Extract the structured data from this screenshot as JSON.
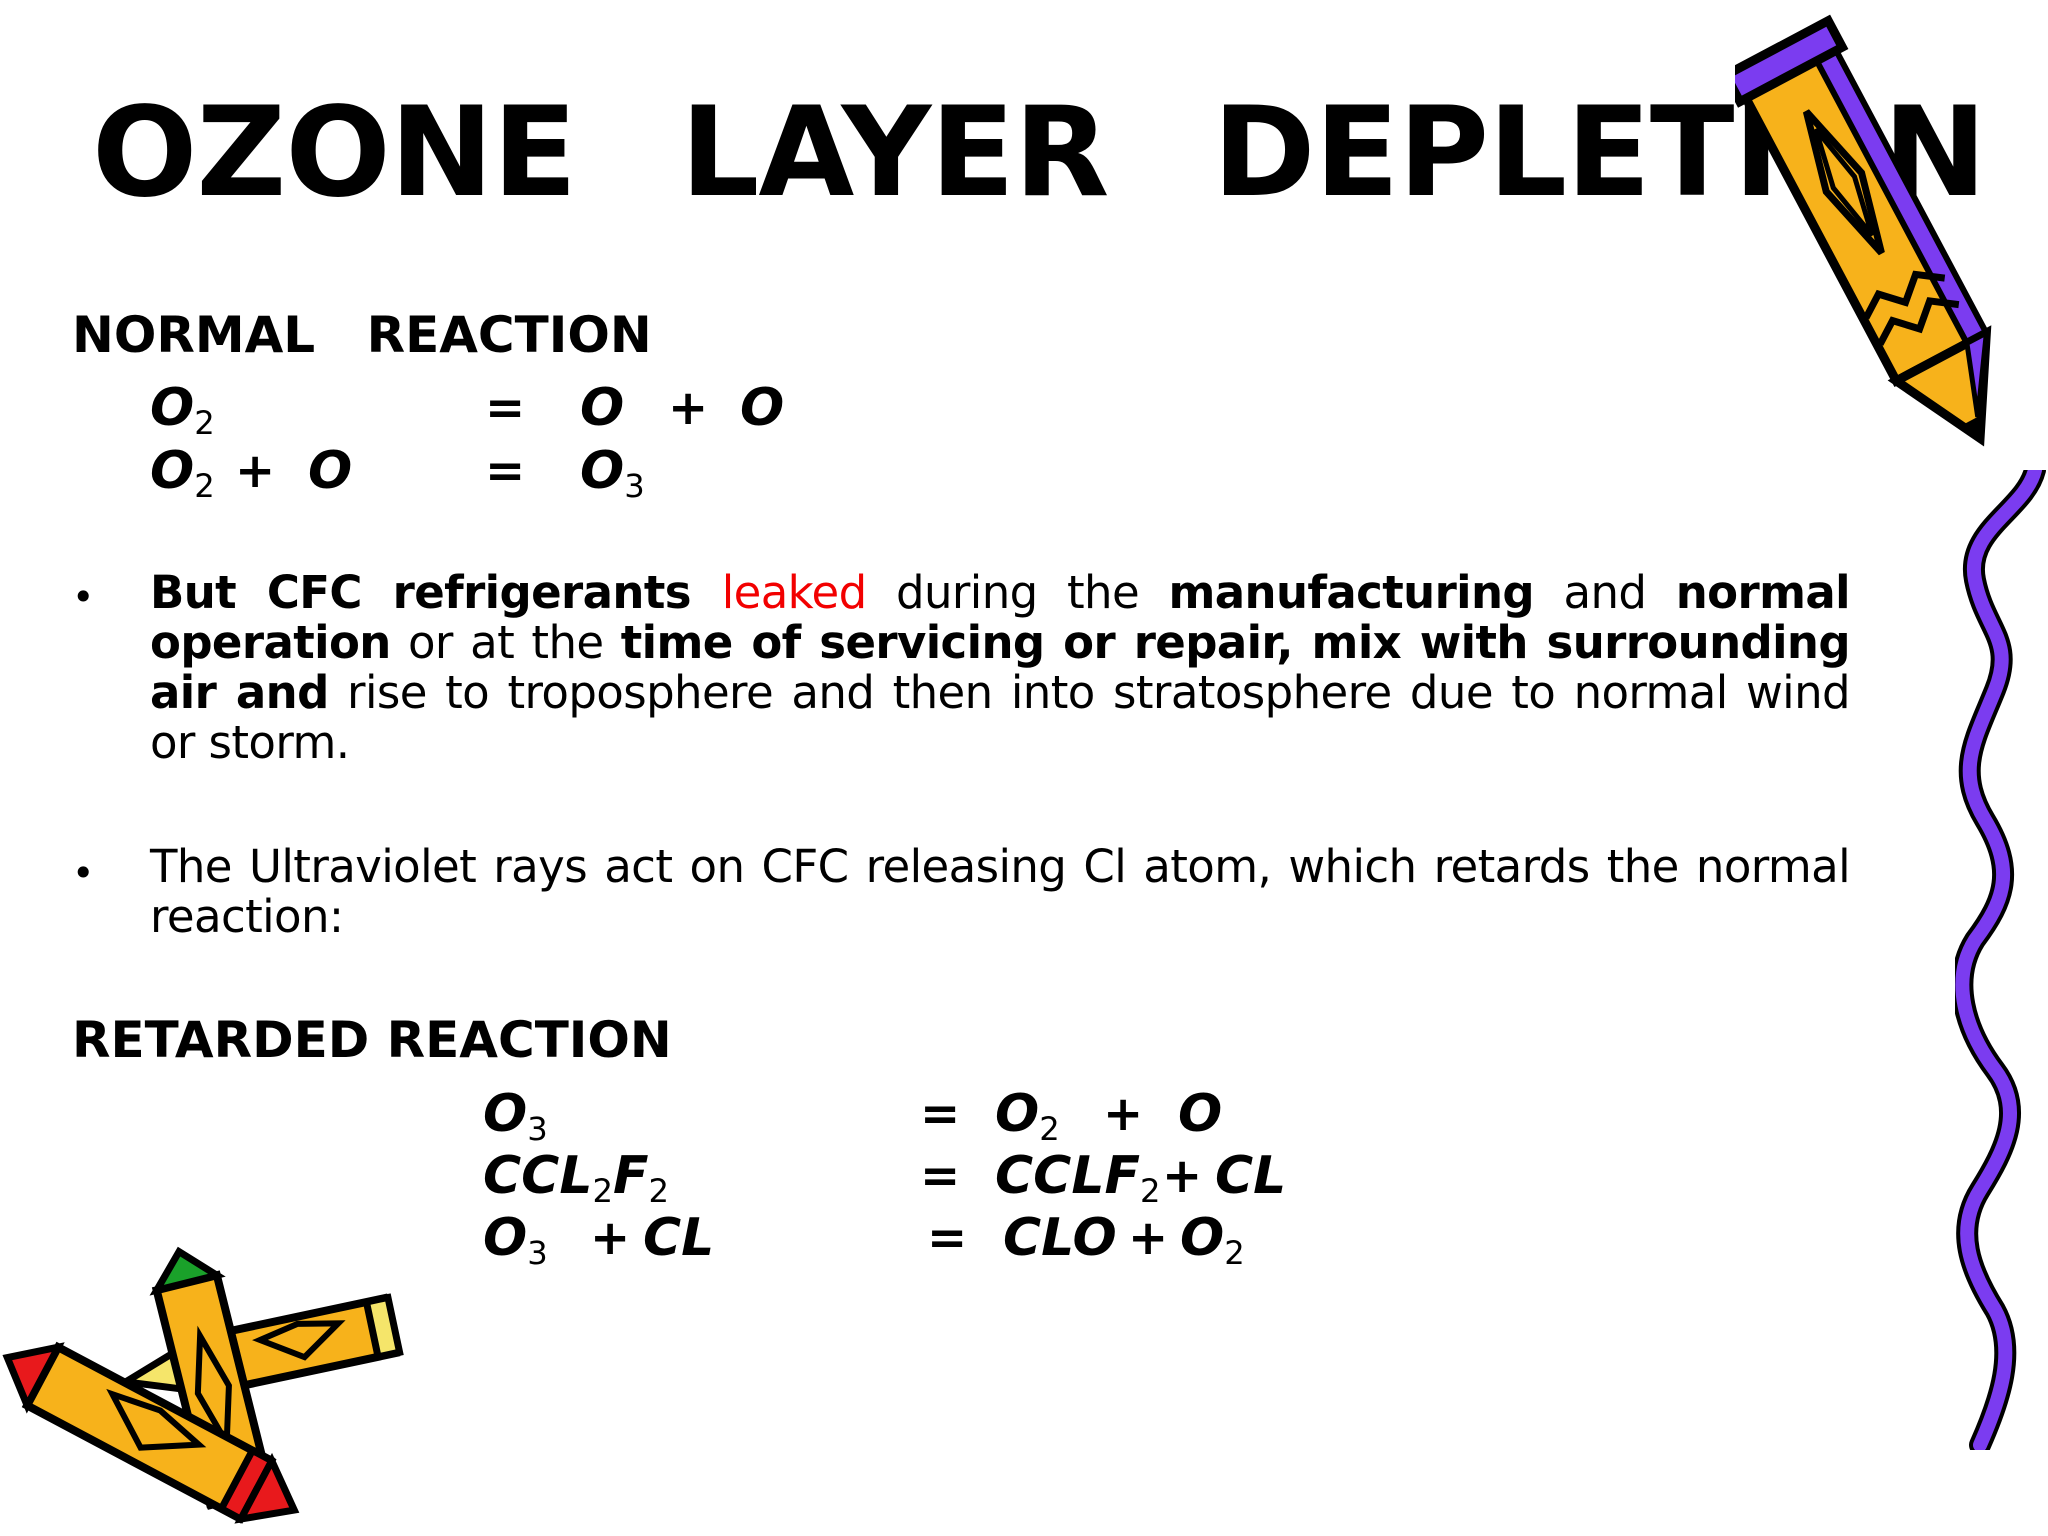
{
  "slide": {
    "title": "OZONE LAYER DEPLETION",
    "normal_heading": "NORMAL REACTION",
    "normal_eqs": [
      {
        "lhs_a": "O",
        "lhs_a_sub": "2",
        "lhs_plus": "",
        "lhs_b": "",
        "eq": "=",
        "rhs_a": "O",
        "rhs_a_sub": "",
        "rhs_plus": "+",
        "rhs_b": "O",
        "rhs_b_sub": ""
      },
      {
        "lhs_a": "O",
        "lhs_a_sub": "2",
        "lhs_plus": "+",
        "lhs_b": "O",
        "eq": "=",
        "rhs_a": "O",
        "rhs_a_sub": "3",
        "rhs_plus": "",
        "rhs_b": "",
        "rhs_b_sub": ""
      }
    ],
    "bullet1": {
      "marker": "•",
      "parts": [
        {
          "t": "But CFC refrigerants ",
          "style": "bold"
        },
        {
          "t": "leaked",
          "style": "red"
        },
        {
          "t": " during the ",
          "style": "normal"
        },
        {
          "t": "manufacturing",
          "style": "bold"
        },
        {
          "t": " and ",
          "style": "normal"
        },
        {
          "t": "normal operation",
          "style": "bold"
        },
        {
          "t": " or at the ",
          "style": "normal"
        },
        {
          "t": "time of servicing or repair, mix with surrounding air and",
          "style": "bold"
        },
        {
          "t": " rise to troposphere and then into stratosphere due to normal wind or storm.",
          "style": "normal"
        }
      ]
    },
    "bullet2": {
      "marker": "•",
      "text": "The Ultraviolet rays act on CFC releasing Cl atom, which retards the normal reaction:"
    },
    "retarded_heading": "RETARDED REACTION",
    "retarded_eqs": [
      {
        "lhs": "O",
        "lhs_sub": "3",
        "lhs_tail": "",
        "lhs_tail_sub": "",
        "lhs_plus": "",
        "lhs_b": "",
        "eq": "=",
        "rhs_a": "O",
        "rhs_a_sub": "2",
        "rhs_a_tail": "",
        "rhs_plus": "+",
        "rhs_b": "O",
        "rhs_b_sub": ""
      },
      {
        "lhs": "CCL",
        "lhs_sub": "2",
        "lhs_tail": "F",
        "lhs_tail_sub": "2",
        "lhs_plus": "",
        "lhs_b": "",
        "eq": "=",
        "rhs_a": "CCLF",
        "rhs_a_sub": "2",
        "rhs_a_tail": "",
        "rhs_plus": "+",
        "rhs_b": "CL",
        "rhs_b_sub": ""
      },
      {
        "lhs": "O",
        "lhs_sub": "3",
        "lhs_tail": "",
        "lhs_tail_sub": "",
        "lhs_plus": "+",
        "lhs_b": "CL",
        "eq": "=",
        "rhs_a": "CLO",
        "rhs_a_sub": "",
        "rhs_a_tail": "",
        "rhs_plus": "+",
        "rhs_b": "O",
        "rhs_b_sub": "2"
      }
    ]
  },
  "decorations": {
    "pencil_icon": "pencil-icon",
    "crayons_icon": "crayons-icon",
    "squiggle_color": "#7b3cf0",
    "crayon_body_color": "#f7b21b",
    "crayon_red": "#e8191c",
    "crayon_green": "#1aa12a",
    "crayon_yellow_tip": "#f5e56a"
  }
}
